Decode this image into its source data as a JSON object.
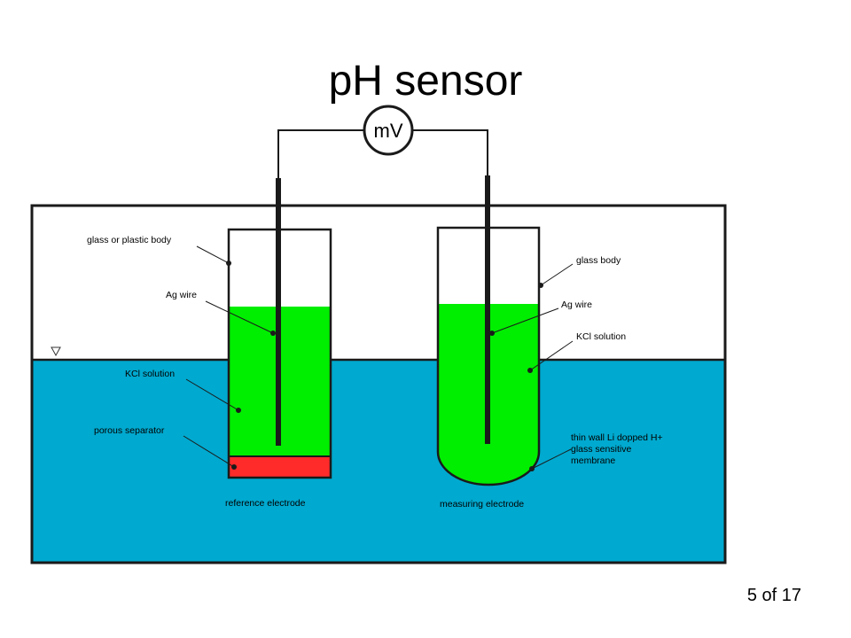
{
  "slide": {
    "title": "pH sensor",
    "page_number": "5 of 17"
  },
  "diagram": {
    "meter_label": "mV",
    "reference_electrode": {
      "caption": "reference electrode",
      "body_label": "glass or plastic body",
      "wire_label": "Ag wire",
      "solution_label": "KCl solution",
      "separator_label": "porous separator"
    },
    "measuring_electrode": {
      "caption": "measuring electrode",
      "body_label": "glass body",
      "wire_label": "Ag wire",
      "solution_label": "KCl solution",
      "membrane_label_1": "thin wall Li dopped H+",
      "membrane_label_2": "glass sensitive",
      "membrane_label_3": "membrane"
    },
    "colors": {
      "water": "#00a9cf",
      "kcl_solution": "#00ee00",
      "porous_separator": "#ff2a2a",
      "outline": "#1a1a1a"
    }
  }
}
